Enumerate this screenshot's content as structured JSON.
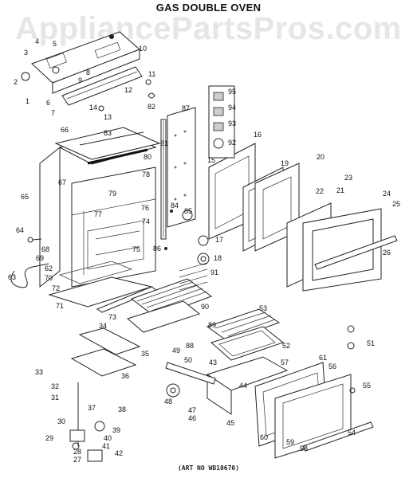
{
  "title": "GAS DOUBLE OVEN",
  "watermark": "AppliancePartsPros.com",
  "art_no": "(ART NO WB10670)",
  "part_numbers": [
    "1",
    "2",
    "3",
    "4",
    "5",
    "6",
    "7",
    "8",
    "9",
    "10",
    "11",
    "12",
    "13",
    "14",
    "15",
    "16",
    "17",
    "18",
    "19",
    "20",
    "21",
    "22",
    "23",
    "24",
    "25",
    "26",
    "27",
    "28",
    "29",
    "30",
    "31",
    "32",
    "33",
    "34",
    "35",
    "36",
    "37",
    "38",
    "39",
    "40",
    "41",
    "42",
    "43",
    "44",
    "45",
    "46",
    "47",
    "48",
    "49",
    "50",
    "51",
    "52",
    "53",
    "54",
    "55",
    "56",
    "57",
    "58",
    "59",
    "60",
    "61",
    "62",
    "63",
    "64",
    "65",
    "66",
    "67",
    "68",
    "69",
    "70",
    "71",
    "72",
    "73",
    "74",
    "75",
    "76",
    "77",
    "78",
    "79",
    "80",
    "81",
    "82",
    "83",
    "84",
    "85",
    "86",
    "87",
    "88",
    "89",
    "90",
    "91",
    "92",
    "93",
    "94",
    "95"
  ]
}
